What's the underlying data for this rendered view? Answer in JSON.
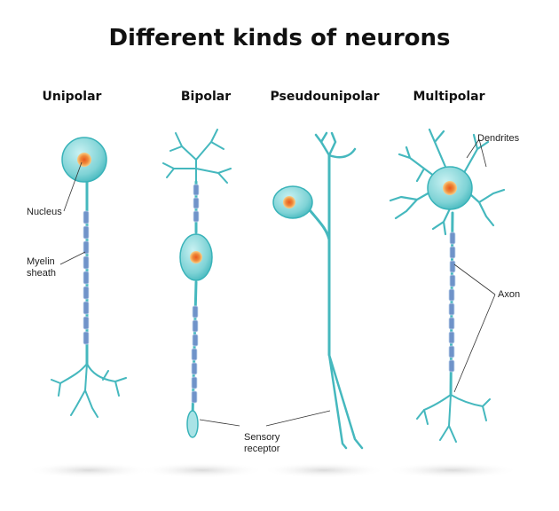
{
  "title": "Different kinds of neurons",
  "types": {
    "unipolar": "Unipolar",
    "bipolar": "Bipolar",
    "pseudounipolar": "Pseudounipolar",
    "multipolar": "Multipolar"
  },
  "labels": {
    "nucleus": "Nucleus",
    "myelin_line1": "Myelin",
    "myelin_line2": "sheath",
    "dendrites": "Dendrites",
    "axon": "Axon",
    "sensory_line1": "Sensory",
    "sensory_line2": "receptor"
  },
  "colors": {
    "cell": "#7fd3d6",
    "cell_edge": "#39b3b9",
    "nucleus_outer": "#f5c06d",
    "nucleus_inner": "#e8581e",
    "myelin": "#6f93c9"
  }
}
